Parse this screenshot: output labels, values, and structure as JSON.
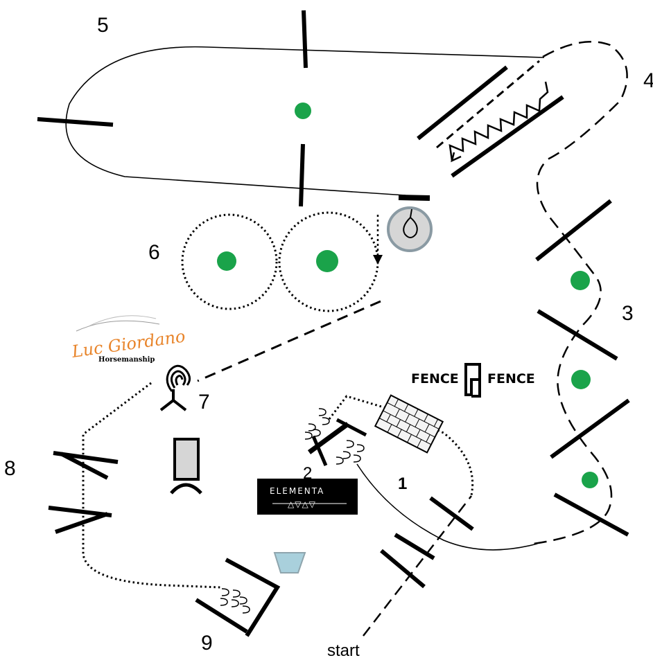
{
  "obstacle_numbers": [
    "1",
    "2",
    "3",
    "4",
    "5",
    "6",
    "7",
    "8",
    "9"
  ],
  "start_label": "start",
  "logos": {
    "luc_giordano": "Luc Giordano",
    "luc_giordano_sub": "Horsemanship",
    "fence": "FENCE",
    "elementa": "ELEMENTA",
    "elementa_symbols": "△▽△▽"
  },
  "colors": {
    "line": "#000000",
    "marker": "#1aa34a",
    "gray_fill": "#d6d6d6",
    "gray_ring": "#8a9aa3",
    "bucket": "#a9d0dc",
    "brick_fill": "#f4f4f4",
    "logo_orange": "#e8842a"
  }
}
